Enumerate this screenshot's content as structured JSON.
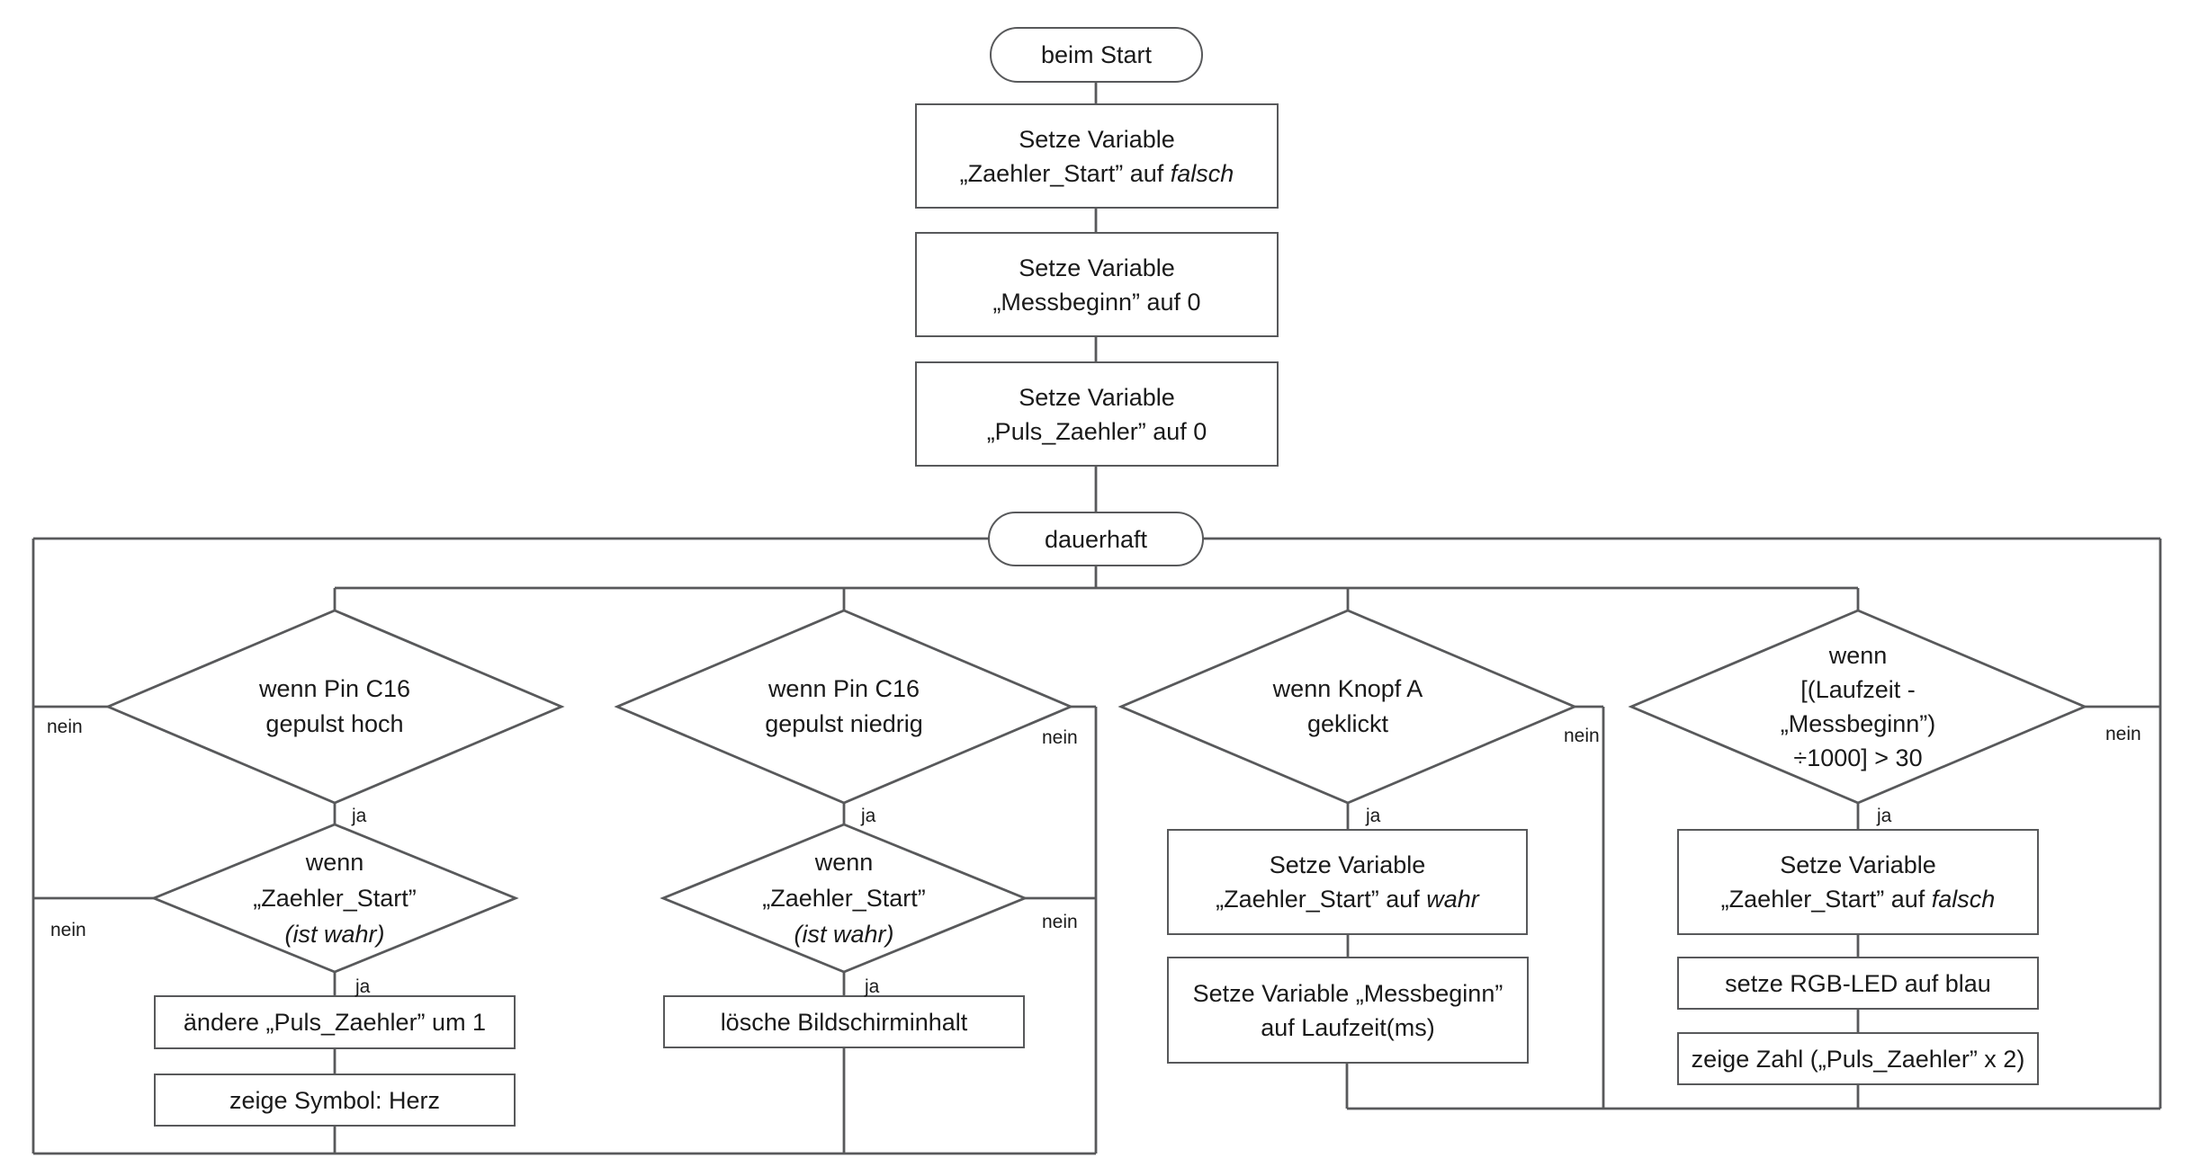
{
  "colors": {
    "line": "#58595b",
    "text": "#1a1a1a",
    "background": "#ffffff"
  },
  "flowchart": {
    "start_label": "beim Start",
    "loop_label": "dauerhaft",
    "yes_label": "ja",
    "no_label": "nein",
    "init_steps": [
      {
        "l1": "Setze Variable",
        "l2": "„Zaehler_Start” auf ",
        "l2i": "falsch"
      },
      {
        "l1": "Setze Variable",
        "l2": "„Messbeginn” auf 0"
      },
      {
        "l1": "Setze Variable",
        "l2": "„Puls_Zaehler” auf 0"
      }
    ],
    "branches": [
      {
        "decision": [
          "wenn Pin C16",
          "gepulst hoch"
        ],
        "sub_decision": {
          "l1": "wenn",
          "l2": "„Zaehler_Start”",
          "l3i": "(ist wahr)"
        },
        "steps": [
          "ändere „Puls_Zaehler” um 1",
          "zeige Symbol: Herz"
        ]
      },
      {
        "decision": [
          "wenn Pin C16",
          "gepulst niedrig"
        ],
        "sub_decision": {
          "l1": "wenn",
          "l2": "„Zaehler_Start”",
          "l3i": "(ist wahr)"
        },
        "steps": [
          "lösche Bildschirminhalt"
        ]
      },
      {
        "decision": [
          "wenn Knopf A",
          "geklickt"
        ],
        "steps_two_line": [
          {
            "l1": "Setze Variable",
            "l2": "„Zaehler_Start” auf ",
            "l2i": "wahr"
          },
          {
            "l1": "Setze Variable „Messbeginn”",
            "l2": "auf Laufzeit(ms)"
          }
        ]
      },
      {
        "decision": [
          "wenn",
          "[(Laufzeit -",
          "„Messbeginn”)",
          "÷1000] > 30"
        ],
        "steps_two_line": [
          {
            "l1": "Setze Variable",
            "l2": "„Zaehler_Start” auf ",
            "l2i": "falsch"
          }
        ],
        "steps": [
          "setze RGB-LED auf blau",
          "zeige Zahl („Puls_Zaehler” x 2)"
        ]
      }
    ]
  }
}
